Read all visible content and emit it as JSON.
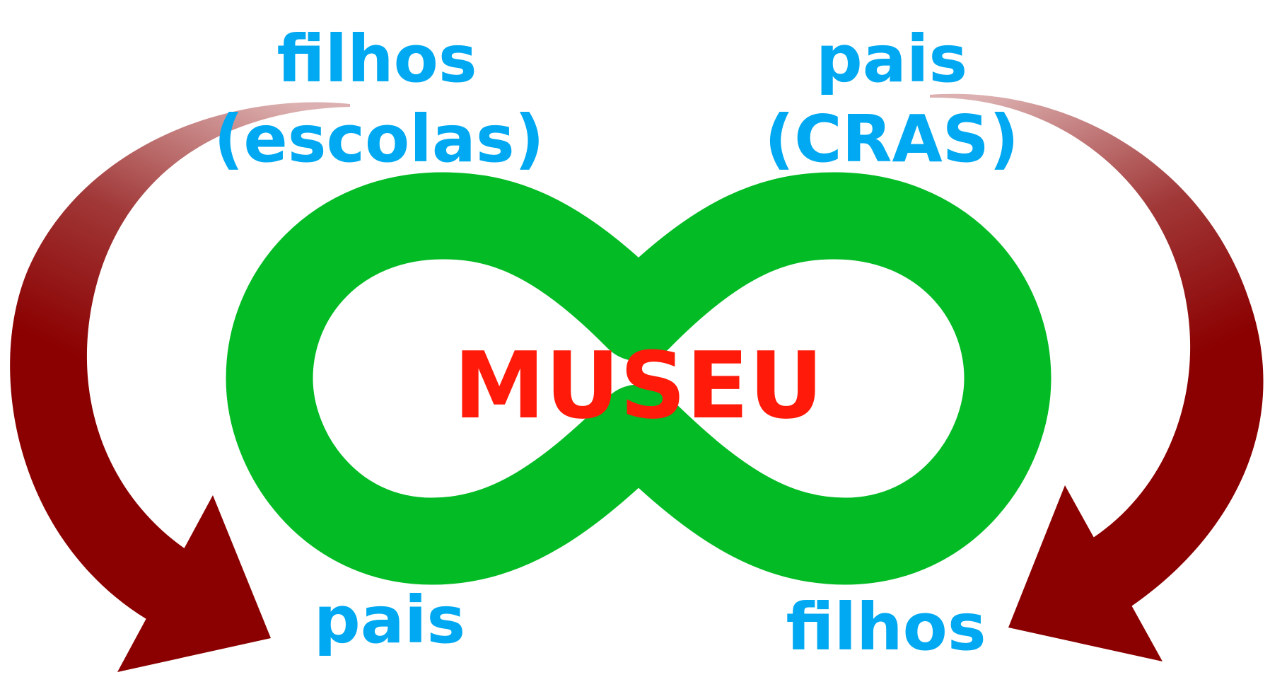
{
  "diagram": {
    "center_label": "MUSEU",
    "top_left": {
      "line1": "filhos",
      "line2": "(escolas)"
    },
    "top_right": {
      "line1": "pais",
      "line2": "(CRAS)"
    },
    "bottom_left": "pais",
    "bottom_right": "filhos"
  },
  "colors": {
    "infinity": "#03bb25",
    "label": "#00a9f1",
    "center_label": "#ff1a0a",
    "arrow_dark": "#8b0000",
    "arrow_light": "#d9a8a8",
    "background": "#ffffff"
  }
}
